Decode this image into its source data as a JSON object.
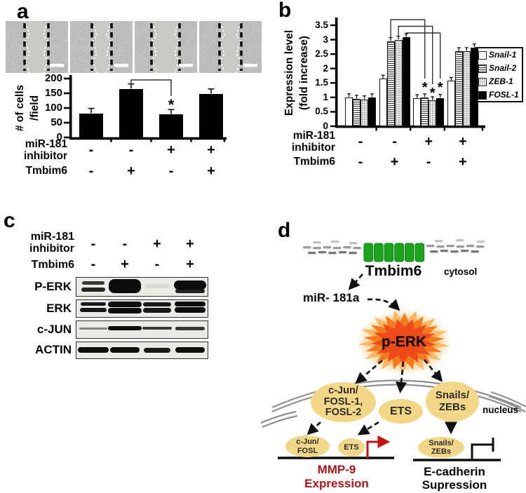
{
  "conditions": {
    "rows": [
      {
        "label_lines": [
          "miR-181",
          "inhibitor"
        ],
        "values": [
          "-",
          "-",
          "+",
          "+"
        ]
      },
      {
        "label_lines": [
          "Tmbim6"
        ],
        "values": [
          "-",
          "+",
          "-",
          "+"
        ]
      }
    ]
  },
  "panels": {
    "a": {
      "label": "a",
      "micrograph_count": 4,
      "chart_data": {
        "type": "bar",
        "ylabel_lines": [
          "# of cells",
          "/field"
        ],
        "ylim": [
          0,
          200
        ],
        "yticks": [
          0,
          50,
          100,
          150,
          200
        ],
        "categories": [
          "miR-181 inhibitor - / Tmbim6 -",
          "miR-181 inhibitor - / Tmbim6 +",
          "miR-181 inhibitor + / Tmbim6 -",
          "miR-181 inhibitor + / Tmbim6 +"
        ],
        "values": [
          82,
          165,
          78,
          148
        ],
        "errors": [
          3,
          5,
          3,
          4
        ],
        "bar_color": "#000000",
        "star_bar_index": 2,
        "star": "*",
        "bracket_between": [
          1,
          2
        ]
      }
    },
    "b": {
      "label": "b",
      "chart_data": {
        "type": "grouped-bar",
        "ylabel_lines": [
          "Expression level",
          "(fold increase)"
        ],
        "ylim": [
          0,
          3.5
        ],
        "yticks": [
          0,
          0.5,
          1,
          1.5,
          2,
          2.5,
          3,
          3.5
        ],
        "categories": [
          "miR-181 inhibitor - / Tmbim6 -",
          "miR-181 inhibitor - / Tmbim6 +",
          "miR-181 inhibitor + / Tmbim6 -",
          "miR-181 inhibitor + / Tmbim6 +"
        ],
        "series": [
          {
            "name": "Snail-1",
            "fill": "white",
            "values": [
              1.0,
              1.65,
              0.97,
              1.57
            ]
          },
          {
            "name": "Snail-2",
            "fill": "hstripes",
            "values": [
              0.95,
              2.95,
              1.0,
              2.6
            ]
          },
          {
            "name": "ZEB-1",
            "fill": "dots",
            "values": [
              0.93,
              3.0,
              0.9,
              2.6
            ]
          },
          {
            "name": "FOSL-1",
            "fill": "black",
            "values": [
              1.0,
              3.08,
              0.98,
              2.73
            ]
          }
        ],
        "error": 0.04,
        "star": "*",
        "stars": [
          {
            "group": 2,
            "series": 1
          },
          {
            "group": 2,
            "series": 2
          },
          {
            "group": 2,
            "series": 3
          }
        ],
        "brackets": [
          {
            "from_group": 1,
            "to_group": 2,
            "series": 1
          },
          {
            "from_group": 1,
            "to_group": 2,
            "series": 2
          },
          {
            "from_group": 1,
            "to_group": 2,
            "series": 3
          }
        ],
        "legend_position": "right"
      }
    },
    "c": {
      "label": "c",
      "blot_rows": [
        "P-ERK",
        "ERK",
        "c-JUN",
        "ACTIN"
      ]
    },
    "d": {
      "label": "d",
      "membrane_protein": "Tmbim6",
      "compartment_top": "cytosol",
      "mirna": "miR- 181a",
      "kinase": "p-ERK",
      "nucleus_label": "nucleus",
      "tf_ovals": [
        {
          "lines": [
            "c-Jun/",
            "FOSL-1,",
            "FOSL-2"
          ]
        },
        {
          "lines": [
            "ETS"
          ]
        },
        {
          "lines": [
            "Snails/",
            "ZEBs"
          ]
        }
      ],
      "promoter_ovals": [
        {
          "lines": [
            "c-Jun/",
            "FOSL"
          ]
        },
        {
          "lines": [
            "ETS"
          ]
        },
        {
          "lines": [
            "Snails/",
            "ZEBs"
          ]
        }
      ],
      "outcome_left_lines": [
        "MMP-9",
        "Expression"
      ],
      "outcome_right_lines": [
        "E-cadherin",
        "Supression"
      ],
      "colors": {
        "membrane_green": "#1ba31b",
        "oval_tan": "#f3d788",
        "starburst_core": "#ee4a1a",
        "starburst_mid": "#f5791f",
        "red_arrow": "#c21414",
        "outcome_left_text": "#a9151b"
      }
    }
  }
}
